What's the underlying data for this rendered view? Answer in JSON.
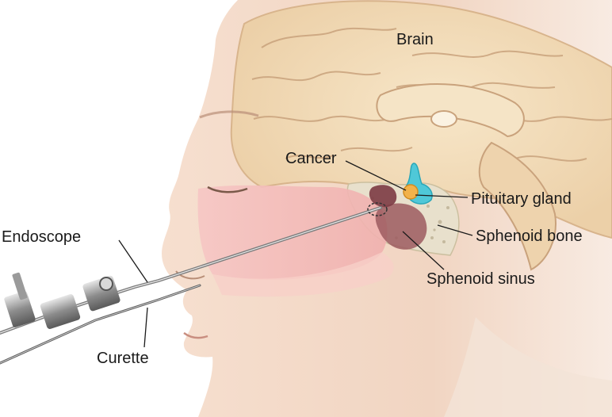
{
  "labels": {
    "brain": "Brain",
    "cancer": "Cancer",
    "pituitary_gland": "Pituitary gland",
    "sphenoid_bone": "Sphenoid bone",
    "sphenoid_sinus": "Sphenoid sinus",
    "endoscope": "Endoscope",
    "curette": "Curette"
  },
  "colors": {
    "background": "#ffffff",
    "skin": "#f1d7c4",
    "skin_shadow": "#e2b69c",
    "brain": "#f3dcb5",
    "brain_fold": "#c9a27c",
    "nasal_cavity": "#f3b8b6",
    "bone": "#e8e0cc",
    "pituitary": "#4fc8d8",
    "tumor": "#f2b24a",
    "sinus": "#9c5a5f",
    "instrument": "#9a9a9a",
    "leader_line": "#1a1a1a"
  }
}
